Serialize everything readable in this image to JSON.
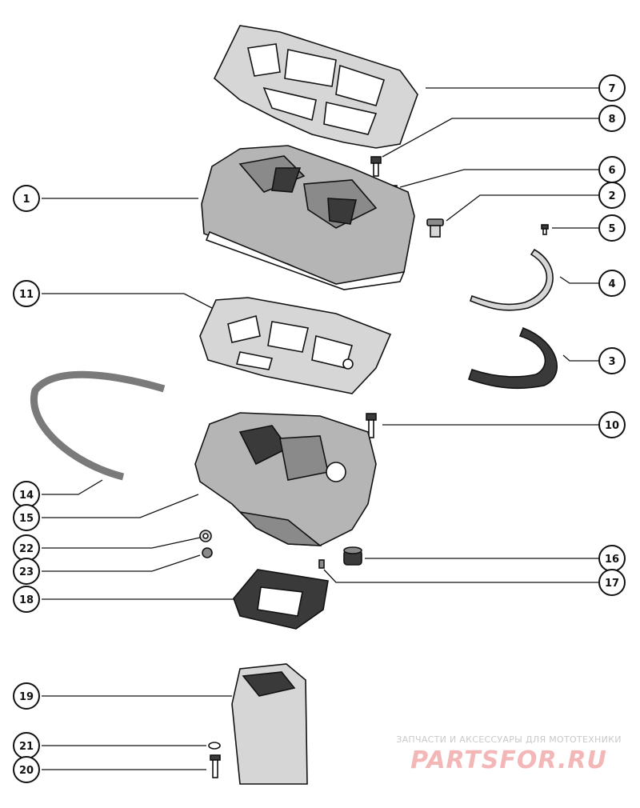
{
  "callouts": [
    "1",
    "2",
    "3",
    "4",
    "5",
    "6",
    "7",
    "8",
    "10",
    "11",
    "14",
    "15",
    "16",
    "17",
    "18",
    "19",
    "20",
    "21",
    "22",
    "23"
  ],
  "watermark": {
    "tagline": "ЗАПЧАСТИ И АКСЕССУАРЫ ДЛЯ МОТОТЕХНИКИ",
    "brand": "PARTSFOR.RU"
  },
  "colors": {
    "ink": "#111111",
    "fill_gray": "#b5b5b5",
    "watermark_red": "#f3b7b7"
  }
}
